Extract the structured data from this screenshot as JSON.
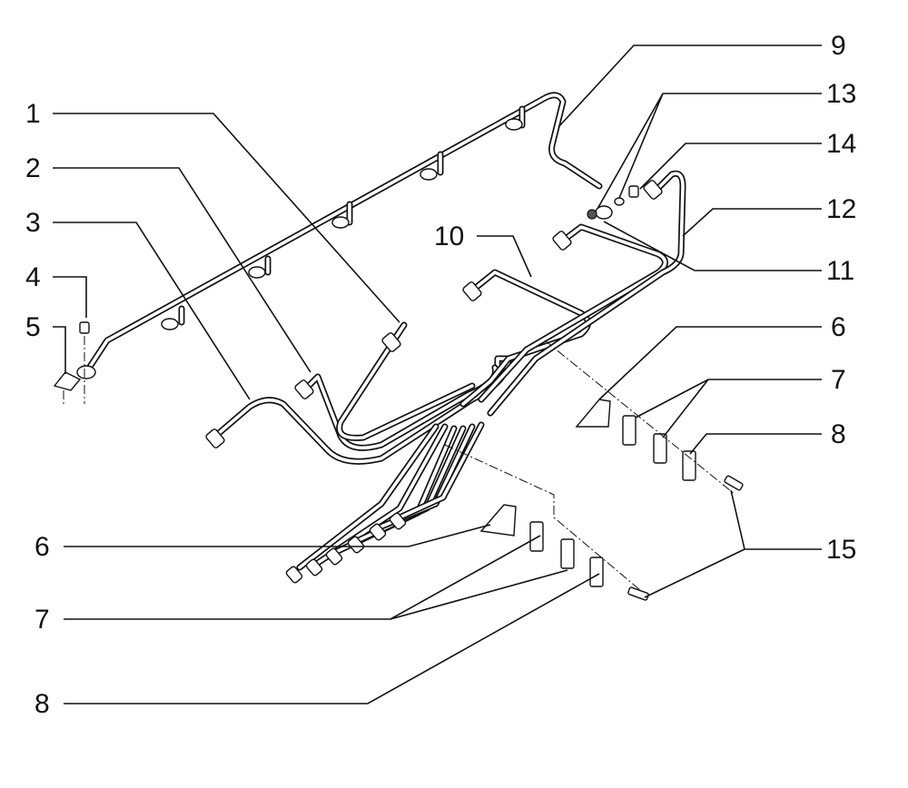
{
  "callouts": {
    "c1": "1",
    "c2": "2",
    "c3": "3",
    "c4": "4",
    "c5": "5",
    "c6a": "6",
    "c6b": "6",
    "c7a": "7",
    "c7b": "7",
    "c8a": "8",
    "c8b": "8",
    "c9": "9",
    "c10": "10",
    "c11": "11",
    "c12": "12",
    "c13": "13",
    "c14": "14",
    "c15": "15"
  }
}
